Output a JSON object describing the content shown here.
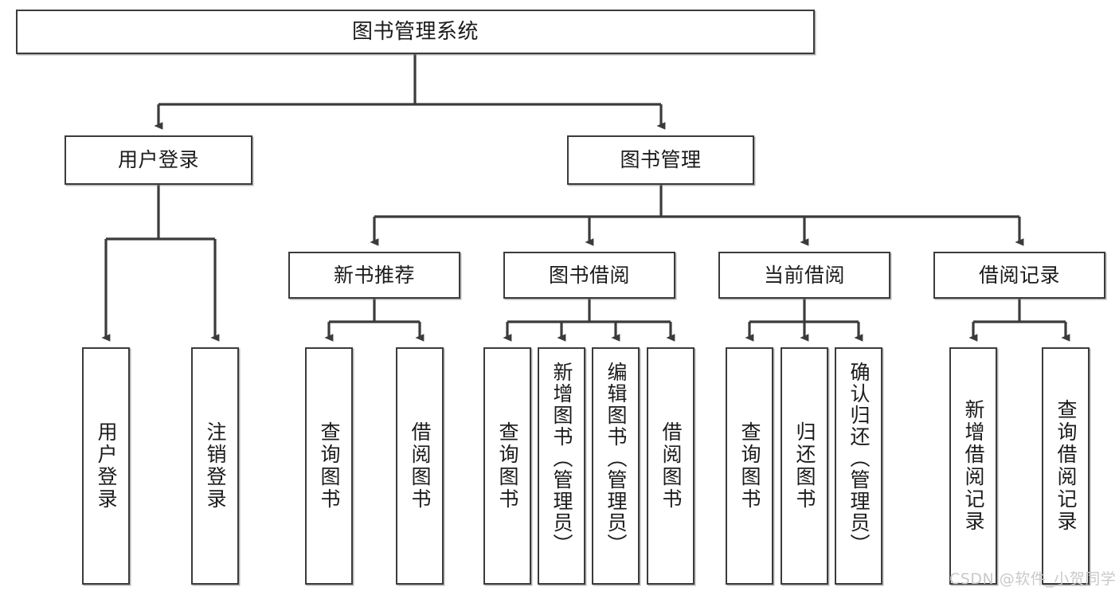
{
  "diagram": {
    "title": "图书管理系统",
    "type": "tree-structure-chart",
    "root": {
      "label": "图书管理系统"
    },
    "level2": [
      {
        "label": "用户登录"
      },
      {
        "label": "图书管理"
      }
    ],
    "level3": [
      {
        "label": "新书推荐"
      },
      {
        "label": "图书借阅"
      },
      {
        "label": "当前借阅"
      },
      {
        "label": "借阅记录"
      }
    ],
    "leaves": [
      {
        "label": "用户登录",
        "parent": "用户登录"
      },
      {
        "label": "注销登录",
        "parent": "用户登录"
      },
      {
        "label": "查询图书",
        "parent": "新书推荐"
      },
      {
        "label": "借阅图书",
        "parent": "新书推荐"
      },
      {
        "label": "查询图书",
        "parent": "图书借阅"
      },
      {
        "label": "新增图书（管理员）",
        "parent": "图书借阅"
      },
      {
        "label": "编辑图书（管理员）",
        "parent": "图书借阅"
      },
      {
        "label": "借阅图书",
        "parent": "图书借阅"
      },
      {
        "label": "查询图书",
        "parent": "当前借阅"
      },
      {
        "label": "归还图书",
        "parent": "当前借阅"
      },
      {
        "label": "确认归还（管理员）",
        "parent": "当前借阅"
      },
      {
        "label": "新增借阅记录",
        "parent": "借阅记录"
      },
      {
        "label": "查询借阅记录",
        "parent": "借阅记录"
      }
    ]
  },
  "watermark": {
    "text": "CSDN @软件_小贺同学"
  },
  "colors": {
    "stroke": "#3b3b3b",
    "text": "#1b1b1b",
    "background": "#ffffff",
    "watermark": "#c9c9c9"
  }
}
